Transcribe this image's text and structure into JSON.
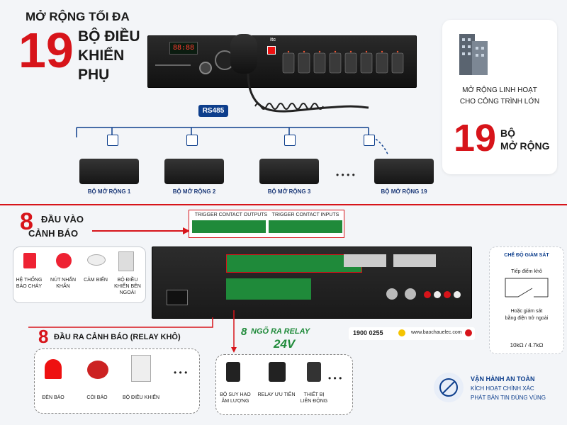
{
  "top_heading": {
    "line1": "MỞ RỘNG TỐI ĐA",
    "number": "19",
    "line2": "BỘ ĐIỀU",
    "line3": "KHIỂN",
    "line4": "PHỤ"
  },
  "right_panel": {
    "line1": "MỞ RỘNG LINH HOẠT",
    "line2": "CHO CÔNG TRÌNH LỚN",
    "number": "19",
    "word1": "BỘ",
    "word2": "MỞ RỘNG"
  },
  "main_unit": {
    "brand": "itc",
    "display": "88:88"
  },
  "network": {
    "label": "RS485",
    "consoles": [
      "BỘ MỞ RỘNG 1",
      "BỘ MỞ RỘNG 2",
      "BỘ MỞ RỘNG 3",
      "BỘ MỞ RỘNG 19"
    ],
    "ellipsis": "• • • •"
  },
  "inputs": {
    "number": "8",
    "title1": "ĐẦU VÀO",
    "title2": "CẢNH BÁO",
    "terminal_left": "TRIGGER CONTACT OUTPUTS",
    "terminal_right": "TRIGGER   CONTACT INPUTS",
    "devices": [
      "HỆ THỐNG BÁO CHÁY",
      "NÚT NHẤN KHẨN",
      "CẢM BIẾN",
      "BỘ ĐIỀU KHIỂN BÊN NGOÀI"
    ]
  },
  "monitor": {
    "title": "CHẾ ĐỘ GIÁM SÁT",
    "contact": "Tiếp điểm khô",
    "or1": "Hoặc giám sát",
    "or2": "bằng điện trở ngoài",
    "resist": "10kΩ / 4.7kΩ"
  },
  "outputs": {
    "number": "8",
    "title": "ĐẦU RA CẢNH BÁO (RELAY KHÔ)",
    "devices": [
      "ĐÈN BÁO",
      "CÒI BÁO",
      "BỘ ĐIỀU KHIỂN"
    ],
    "ellipsis": "• • •"
  },
  "ngo_ra": {
    "number": "8",
    "title": "NGÕ RA RELAY",
    "volt": "24V",
    "devices": [
      "BỘ SUY HAO ÂM LƯỢNG",
      "RELAY ƯU TIÊN",
      "THIẾT BỊ LIÊN ĐỘNG"
    ],
    "ellipsis": "• • •"
  },
  "contact": {
    "phone": "1900 0255",
    "web": "www.baochauelec.com"
  },
  "bottom_right": {
    "line1": "VẬN HÀNH AN TOÀN",
    "line2": "KÍCH HOẠT CHÍNH XÁC",
    "line3": "PHÁT BẢN TIN ĐÚNG VÙNG"
  },
  "colors": {
    "accent": "#d7141a",
    "navy": "#0d3e8c",
    "green": "#1f8a3a"
  }
}
